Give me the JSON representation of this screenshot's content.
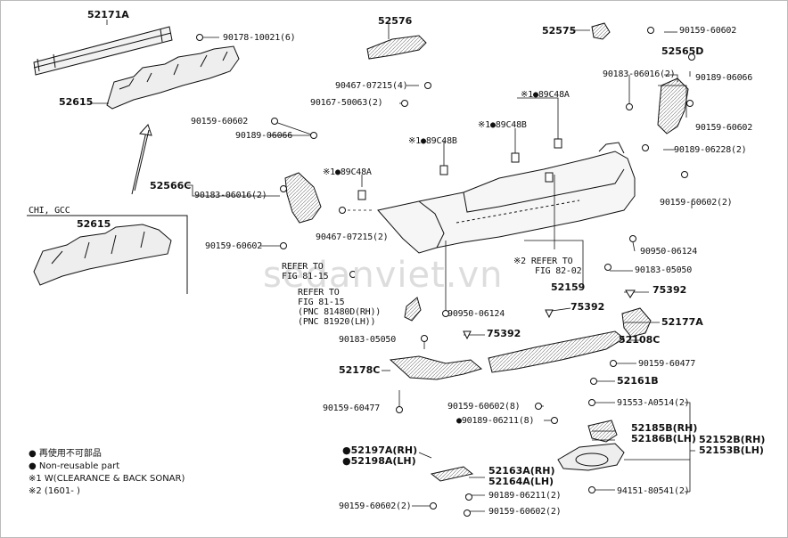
{
  "labels": {
    "p52171A": "52171A",
    "p90178": "90178-10021(6)",
    "p52576": "52576",
    "p52575": "52575",
    "p90159_top": "90159-60602",
    "p52565D": "52565D",
    "p90183_top": "90183-06016(2)",
    "p90189_066": "90189-06066",
    "p90159_r1": "90159-60602",
    "p52615_top": "52615",
    "p90467_a": "90467-07215(4)",
    "p90167": "90167-50063(2)",
    "p89C48A_top": "※1●89C48A",
    "p89C48B_mid": "※1●89C48B",
    "p89C48B_top": "※1●89C48B",
    "p90159_l1": "90159-60602",
    "p90189_l1": "90189-06066",
    "p90189_228": "90189-06228(2)",
    "p89C48A_l": "※1●89C48A",
    "p52566C": "52566C",
    "p90183_l": "90183-06016(2)",
    "p90159_r2": "90159-60602(2)",
    "chi_gcc": "CHI, GCC",
    "p52615_b": "52615",
    "p90467_b": "90467-07215(2)",
    "p90950_r": "90950-06124",
    "p90159_l2": "90159-60602",
    "refer_82_1": "※2 REFER TO",
    "refer_82_2": "FIG 82-02",
    "refer_81a_1": "REFER TO",
    "refer_81a_2": "FIG 81-15",
    "p90183_050r": "90183-05050",
    "p52159": "52159",
    "refer_81b_1": "REFER TO",
    "refer_81b_2": "FIG 81-15",
    "refer_81b_3": "(PNC 81480D(RH))",
    "refer_81b_4": "(PNC 81920(LH))",
    "p90950_m": "90950-06124",
    "p75392_r": "75392",
    "p75392_m": "75392",
    "p52177A": "52177A",
    "p90183_050l": "90183-05050",
    "p75392_l": "75392",
    "p52108C": "52108C",
    "p52178C": "52178C",
    "p90159_477r": "90159-60477",
    "p52161B": "52161B",
    "p91553": "91553-A0514(2)",
    "p90159_477l": "90159-60477",
    "p90159_602_8": "90159-60602(8)",
    "p90189_211_8": "●90189-06211(8)",
    "p52185B": "52185B(RH)",
    "p52186B": "52186B(LH)",
    "p52152B": "52152B(RH)",
    "p52153B": "52153B(LH)",
    "p52197A": "●52197A(RH)",
    "p52198A": "●52198A(LH)",
    "p52163A": "52163A(RH)",
    "p52164A": "52164A(LH)",
    "p90189_211_2": "90189-06211(2)",
    "p94151": "94151-80541(2)",
    "p90159_602_2a": "90159-60602(2)",
    "p90159_602_2b": "90159-60602(2)"
  },
  "legend": {
    "line1": "● 再使用不可部品",
    "line2": "● Non-reusable part",
    "line3": "※1 W(CLEARANCE & BACK SONAR)",
    "line4": "※2 (1601-          )"
  },
  "watermark": "sedanviet.vn"
}
